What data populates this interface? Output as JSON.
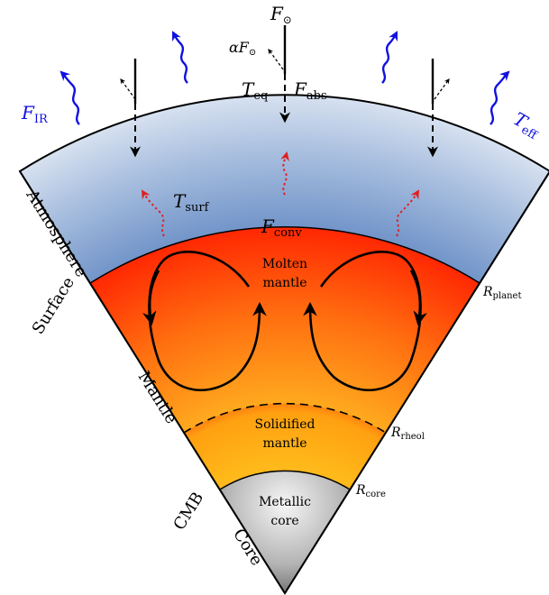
{
  "flux": {
    "solar": "F",
    "solar_sub": "⊙",
    "albedo": "αF",
    "albedo_sub": "⊙",
    "absorbed": "F",
    "absorbed_sub": "abs",
    "infrared": "F",
    "infrared_sub": "IR",
    "convective": "F",
    "convective_sub": "conv"
  },
  "temps": {
    "equilibrium": "T",
    "equilibrium_sub": "eq",
    "effective": "T",
    "effective_sub": "eff",
    "surface": "T",
    "surface_sub": "surf"
  },
  "regions": {
    "molten_line1": "Molten",
    "molten_line2": "mantle",
    "solidified_line1": "Solidified",
    "solidified_line2": "mantle",
    "core_line1": "Metallic",
    "core_line2": "core"
  },
  "side_labels": {
    "atmosphere": "Atmosphere",
    "surface": "Surface",
    "mantle": "Mantle",
    "cmb": "CMB",
    "core": "Core"
  },
  "radii": {
    "planet": "R",
    "planet_sub": "planet",
    "rheol": "R",
    "rheol_sub": "rheol",
    "core": "R",
    "core_sub": "core"
  },
  "colors": {
    "ir_arrow": "#1010e0",
    "conv_arrow": "#e02020",
    "molten": "#ff2000",
    "solid": "#ffb000",
    "core_light": "#f4f4f4",
    "core_dark": "#555555",
    "atmo_light": "#f2f5fa",
    "atmo_dark": "#5b83c0"
  }
}
